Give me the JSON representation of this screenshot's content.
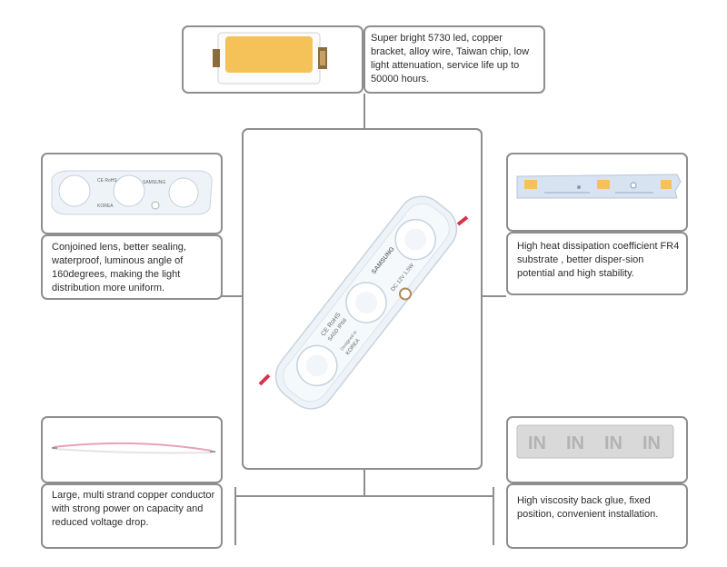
{
  "features": {
    "led_chip": {
      "text": "Super bright 5730 led, copper bracket, alloy wire, Taiwan  chip, low light attenuation, service life up to 50000 hours."
    },
    "lens": {
      "text": "Conjoined lens, better sealing, waterproof, luminous angle of 160degrees, making the light distribution more uniform."
    },
    "pcb": {
      "text": "High heat dissipation coefficient FR4 substrate , better disper-sion potential and high stability."
    },
    "wire": {
      "text": "Large, multi strand copper conductor with strong power on capacity and reduced voltage drop."
    },
    "glue": {
      "text": "High viscosity back glue, fixed position, convenient installation."
    }
  },
  "module": {
    "brand": "SAMSUNG",
    "cert": "CE RoHS",
    "model": "SA5D IP68",
    "spec": "DC 12V 1.5W",
    "origin": "KOREA",
    "designed": "Designed in"
  },
  "glue_print": "IN",
  "colors": {
    "border": "#8e8e8e",
    "led": "#f5c25a",
    "pcb": "#d7e3f1"
  }
}
